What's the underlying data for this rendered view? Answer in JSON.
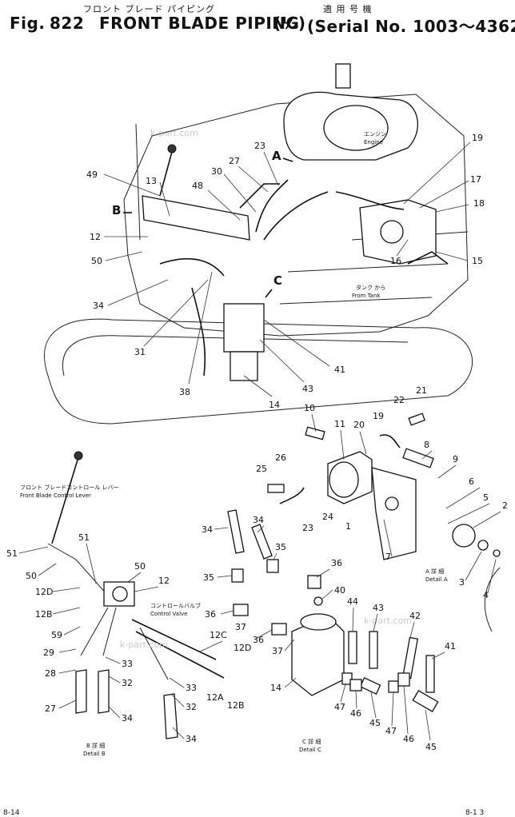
{
  "header": {
    "fig_label": "Fig.",
    "fig_number": "822",
    "title_en": "FRONT BLADE PIPING",
    "title_fraction": "(½)",
    "serial_en": "(Serial No. 1003～4362)",
    "title_jp": "フロント ブレード パイピング",
    "serial_jp": "適 用 号 機"
  },
  "annotations": {
    "engine_jp": "エンジン",
    "engine_en": "Engine",
    "from_tank_jp": "タンク から",
    "from_tank_en": "From Tank",
    "lever_jp": "フロント ブレードコントロール レバー",
    "lever_en": "Front Blade Control Lever",
    "valve_jp": "コントロールバルブ",
    "valve_en": "Control Valve",
    "detail_a_jp": "A 詳 細",
    "detail_a_en": "Detail A",
    "detail_b_jp": "B 詳 細",
    "detail_b_en": "Detail B",
    "detail_c_jp": "C 詳 細",
    "detail_c_en": "Detail C",
    "view_a": "A",
    "view_b": "B",
    "view_c": "C",
    "watermark": "k-part.com"
  },
  "callouts_main": [
    "49",
    "13",
    "12",
    "50",
    "34",
    "31",
    "38",
    "48",
    "30",
    "27",
    "23",
    "19",
    "17",
    "18",
    "16",
    "15",
    "41",
    "43",
    "14"
  ],
  "callouts_detail_a": [
    "10",
    "11",
    "20",
    "19",
    "22",
    "21",
    "8",
    "9",
    "25",
    "26",
    "23",
    "24",
    "1",
    "6",
    "5",
    "2",
    "7",
    "3",
    "4"
  ],
  "callouts_detail_b": [
    "51",
    "50",
    "12D",
    "12B",
    "59",
    "29",
    "28",
    "27",
    "33",
    "32",
    "34",
    "12C",
    "12D",
    "12A",
    "12B",
    "33",
    "32",
    "34",
    "51",
    "50",
    "12"
  ],
  "callouts_detail_c": [
    "34",
    "34",
    "35",
    "35",
    "36",
    "37",
    "36",
    "40",
    "36",
    "37",
    "14",
    "44",
    "43",
    "42",
    "41",
    "47",
    "46",
    "45",
    "47",
    "46",
    "45"
  ],
  "footer": {
    "page_left": "8-14",
    "page_right": "8-1 3"
  }
}
